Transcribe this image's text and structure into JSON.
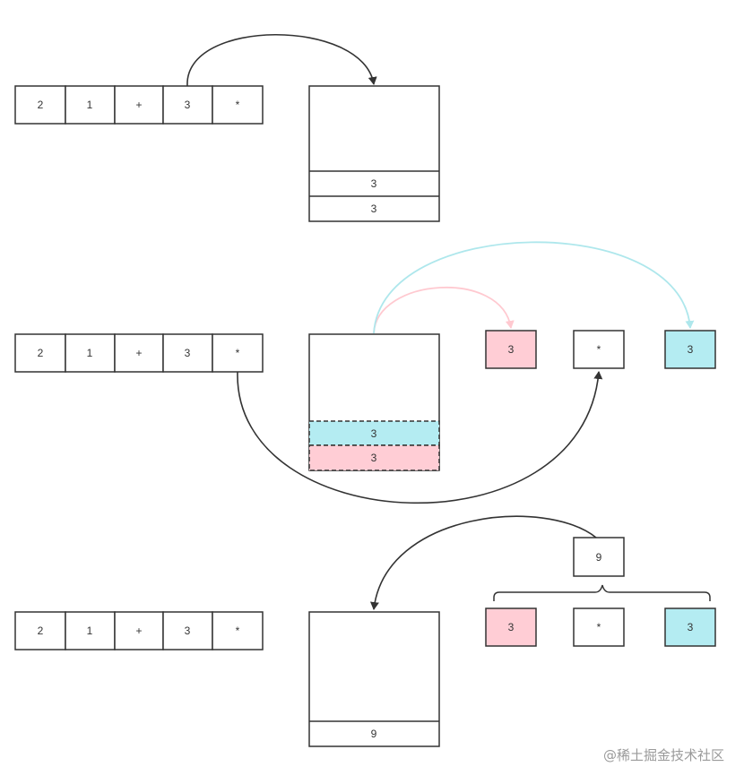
{
  "colors": {
    "stroke": "#333333",
    "pink_fill": "#ffcdd5",
    "pink_arrow": "#ffc9d0",
    "cyan_fill": "#b4ecf2",
    "cyan_arrow": "#aee7ec"
  },
  "rows": [
    {
      "tokens": [
        "2",
        "1",
        "+",
        "3",
        "*"
      ],
      "stack": [
        "3",
        "3"
      ]
    },
    {
      "tokens": [
        "2",
        "1",
        "+",
        "3",
        "*"
      ],
      "stack": [
        "3",
        "3"
      ],
      "popped": [
        {
          "label": "3",
          "color": "pink"
        },
        {
          "label": "*",
          "color": "white"
        },
        {
          "label": "3",
          "color": "cyan"
        }
      ]
    },
    {
      "tokens": [
        "2",
        "1",
        "+",
        "3",
        "*"
      ],
      "stack": [
        "9"
      ],
      "operands": [
        {
          "label": "3",
          "color": "pink"
        },
        {
          "label": "*",
          "color": "white"
        },
        {
          "label": "3",
          "color": "cyan"
        }
      ],
      "result": "9"
    }
  ],
  "watermark": "@稀土掘金技术社区"
}
